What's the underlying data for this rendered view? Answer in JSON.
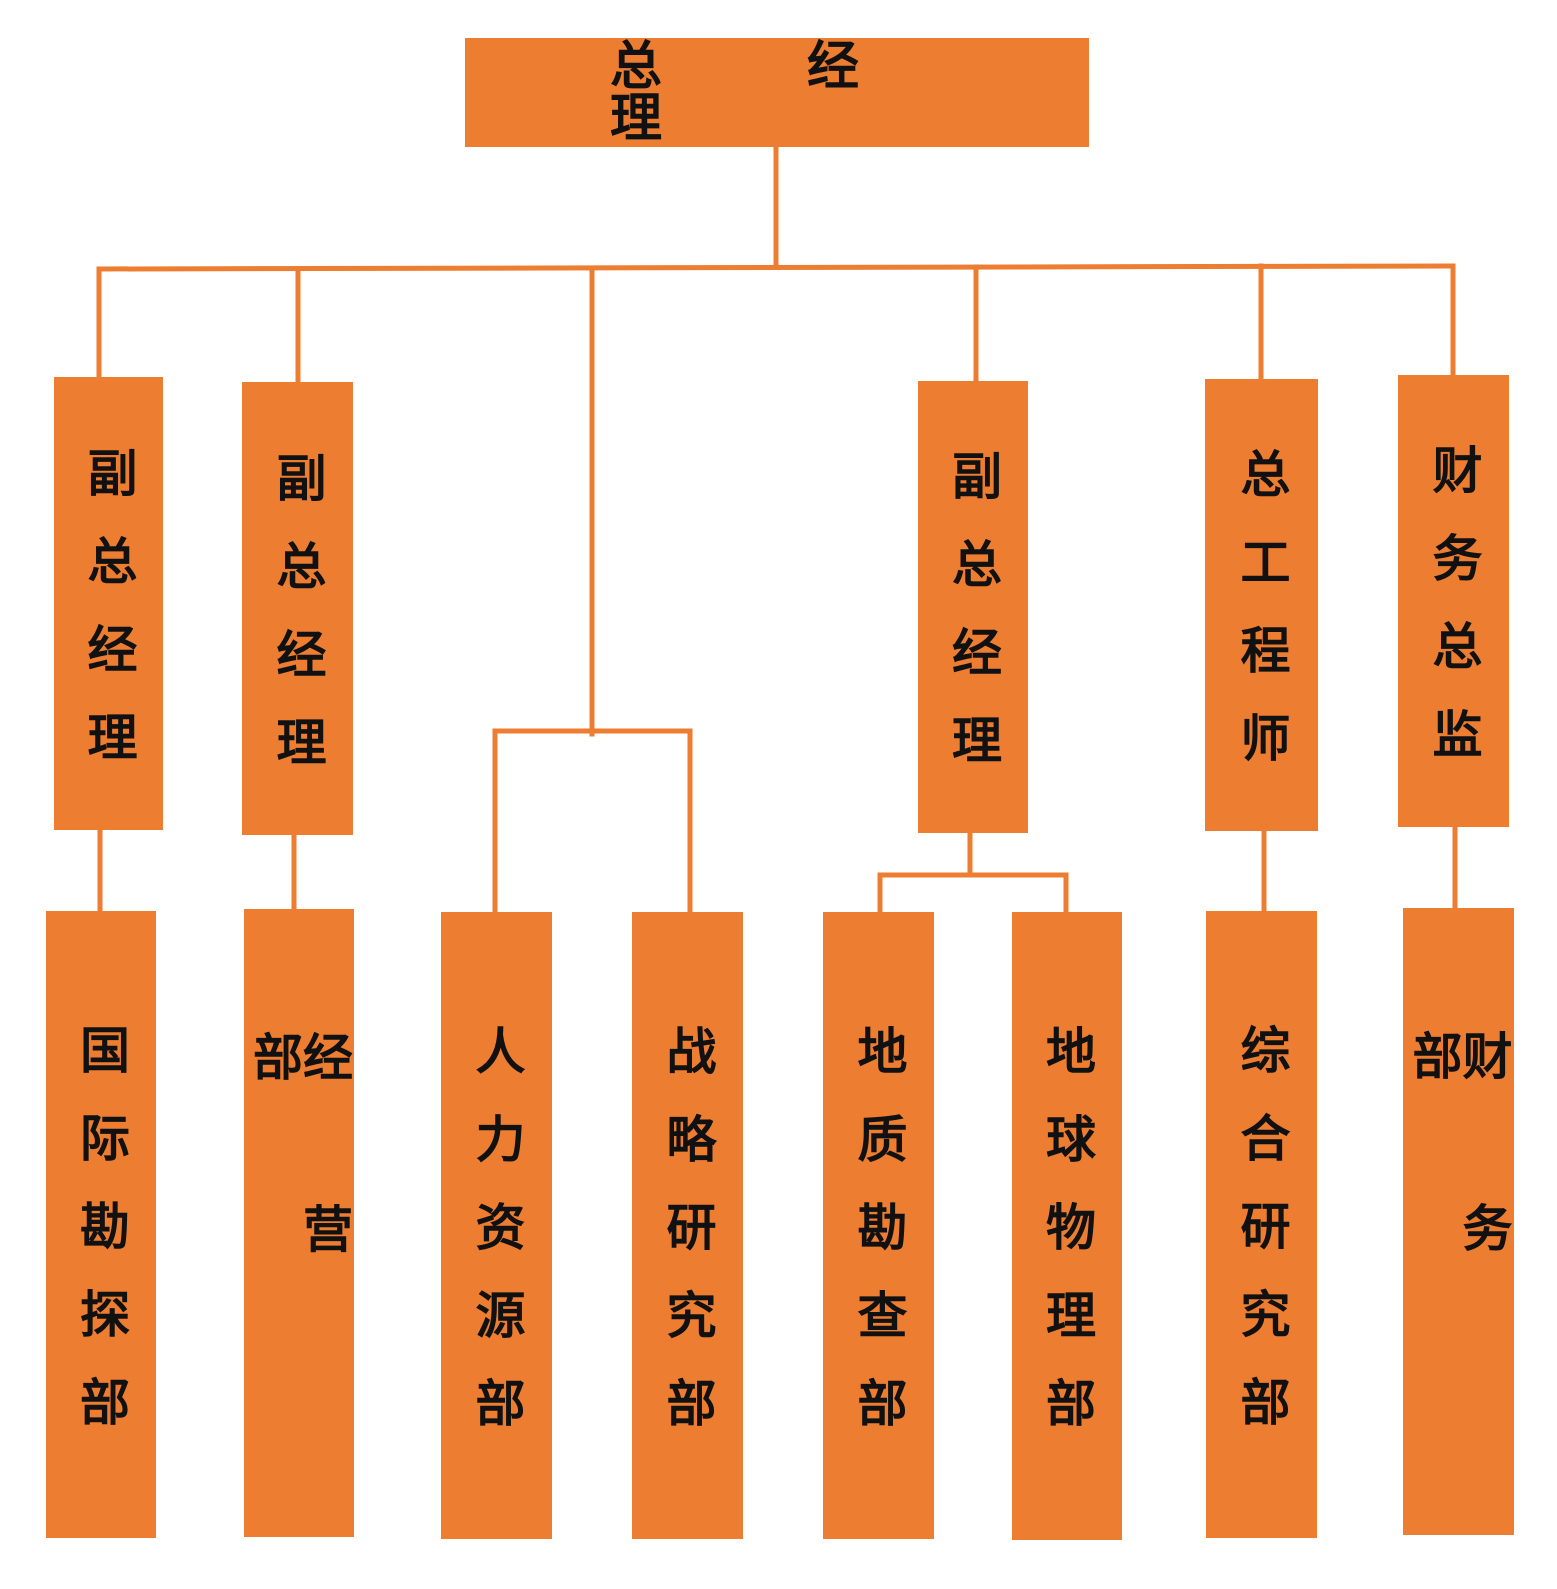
{
  "colors": {
    "box_fill": "#ed7d31",
    "connector": "#ed7d31",
    "text": "#111111"
  },
  "top": {
    "label": "总经理"
  },
  "managers": {
    "vp1": "副总经理",
    "vp2": "副总经理",
    "vp3": "副总经理",
    "chief_engineer": "总工程师",
    "finance_director": "财务总监"
  },
  "departments": {
    "intl_exploration": "国际勘探部",
    "operations": "经营部",
    "hr": "人力资源部",
    "strategy": "战略研究部",
    "geo_survey": "地质勘查部",
    "geophysics": "地球物理部",
    "comprehensive": "综合研究部",
    "finance": "财务部"
  }
}
